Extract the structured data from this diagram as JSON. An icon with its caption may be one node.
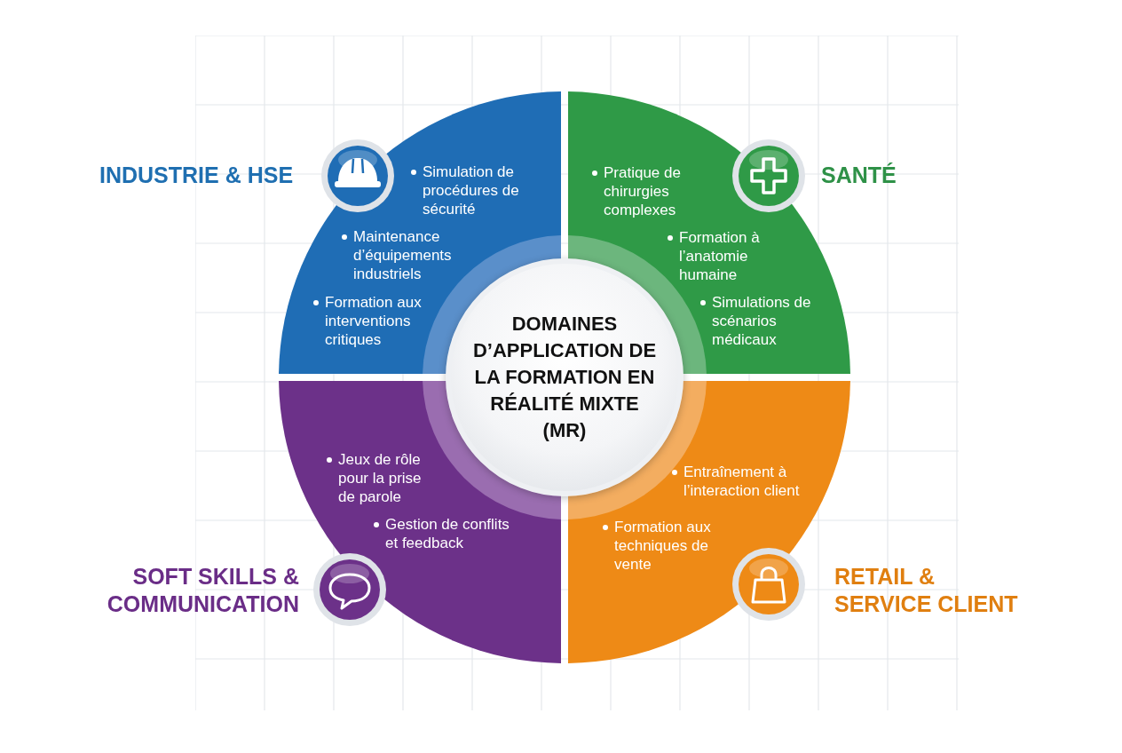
{
  "diagram": {
    "nodes": [
      {
        "text": [
          "INDUSTRIE & HSE",
          "Simulation de procédures de sécurité",
          "Maintenance d’équipements industriels",
          "Formation aux interventions critiques"
        ]
      },
      {
        "text": [
          "SANTÉ",
          "Pratique de chirurgies complexes",
          "Formation à l’anatomie humaine",
          "Simulations de scénarios médicaux"
        ]
      },
      {
        "text": [
          "DOMAINES D’APPLICATION DE LA FORMATION EN RÉALITÉ MIXTE (MR)"
        ]
      },
      {
        "text": [
          "SOFT SKILLS & COMMUNICATION",
          "Jeux de rôle pour la prise de parole",
          "Gestion de conflits et feedback"
        ]
      },
      {
        "text": [
          "RETAIL & SERVICE CLIENT",
          "Entraînement à l’interaction client",
          "Formation aux techniques de vente"
        ]
      }
    ]
  }
}
